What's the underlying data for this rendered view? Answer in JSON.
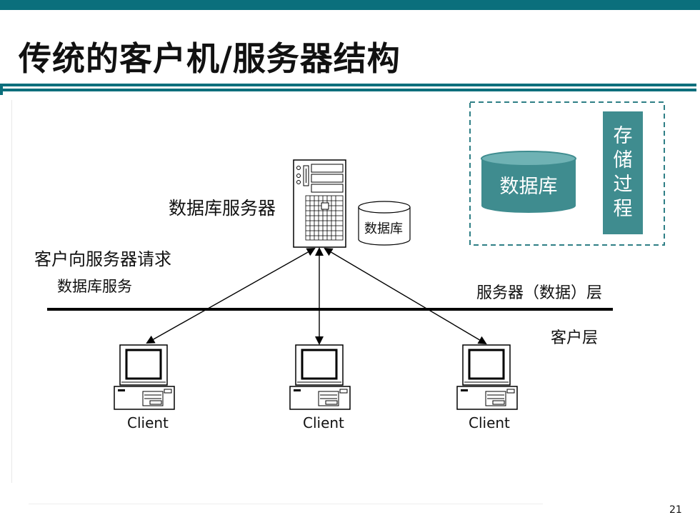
{
  "slide": {
    "title": "传统的客户机/服务器结构",
    "page_number": "21"
  },
  "diagram": {
    "server_label": "数据库服务器",
    "small_db_label": "数据库",
    "request_label": "客户向服务器请求",
    "service_label": "数据库服务",
    "server_layer_label": "服务器（数据）层",
    "client_layer_label": "客户层",
    "clients": [
      "Client",
      "Client",
      "Client"
    ],
    "inset": {
      "database_label": "数据库",
      "stored_procedure_label": "存储过程"
    }
  },
  "colors": {
    "accent": "#0b6f7c",
    "cylinder_fill": "#3f8c8f",
    "cylinder_top": "#6fb2b4",
    "inset_border": "#2f7f86"
  }
}
